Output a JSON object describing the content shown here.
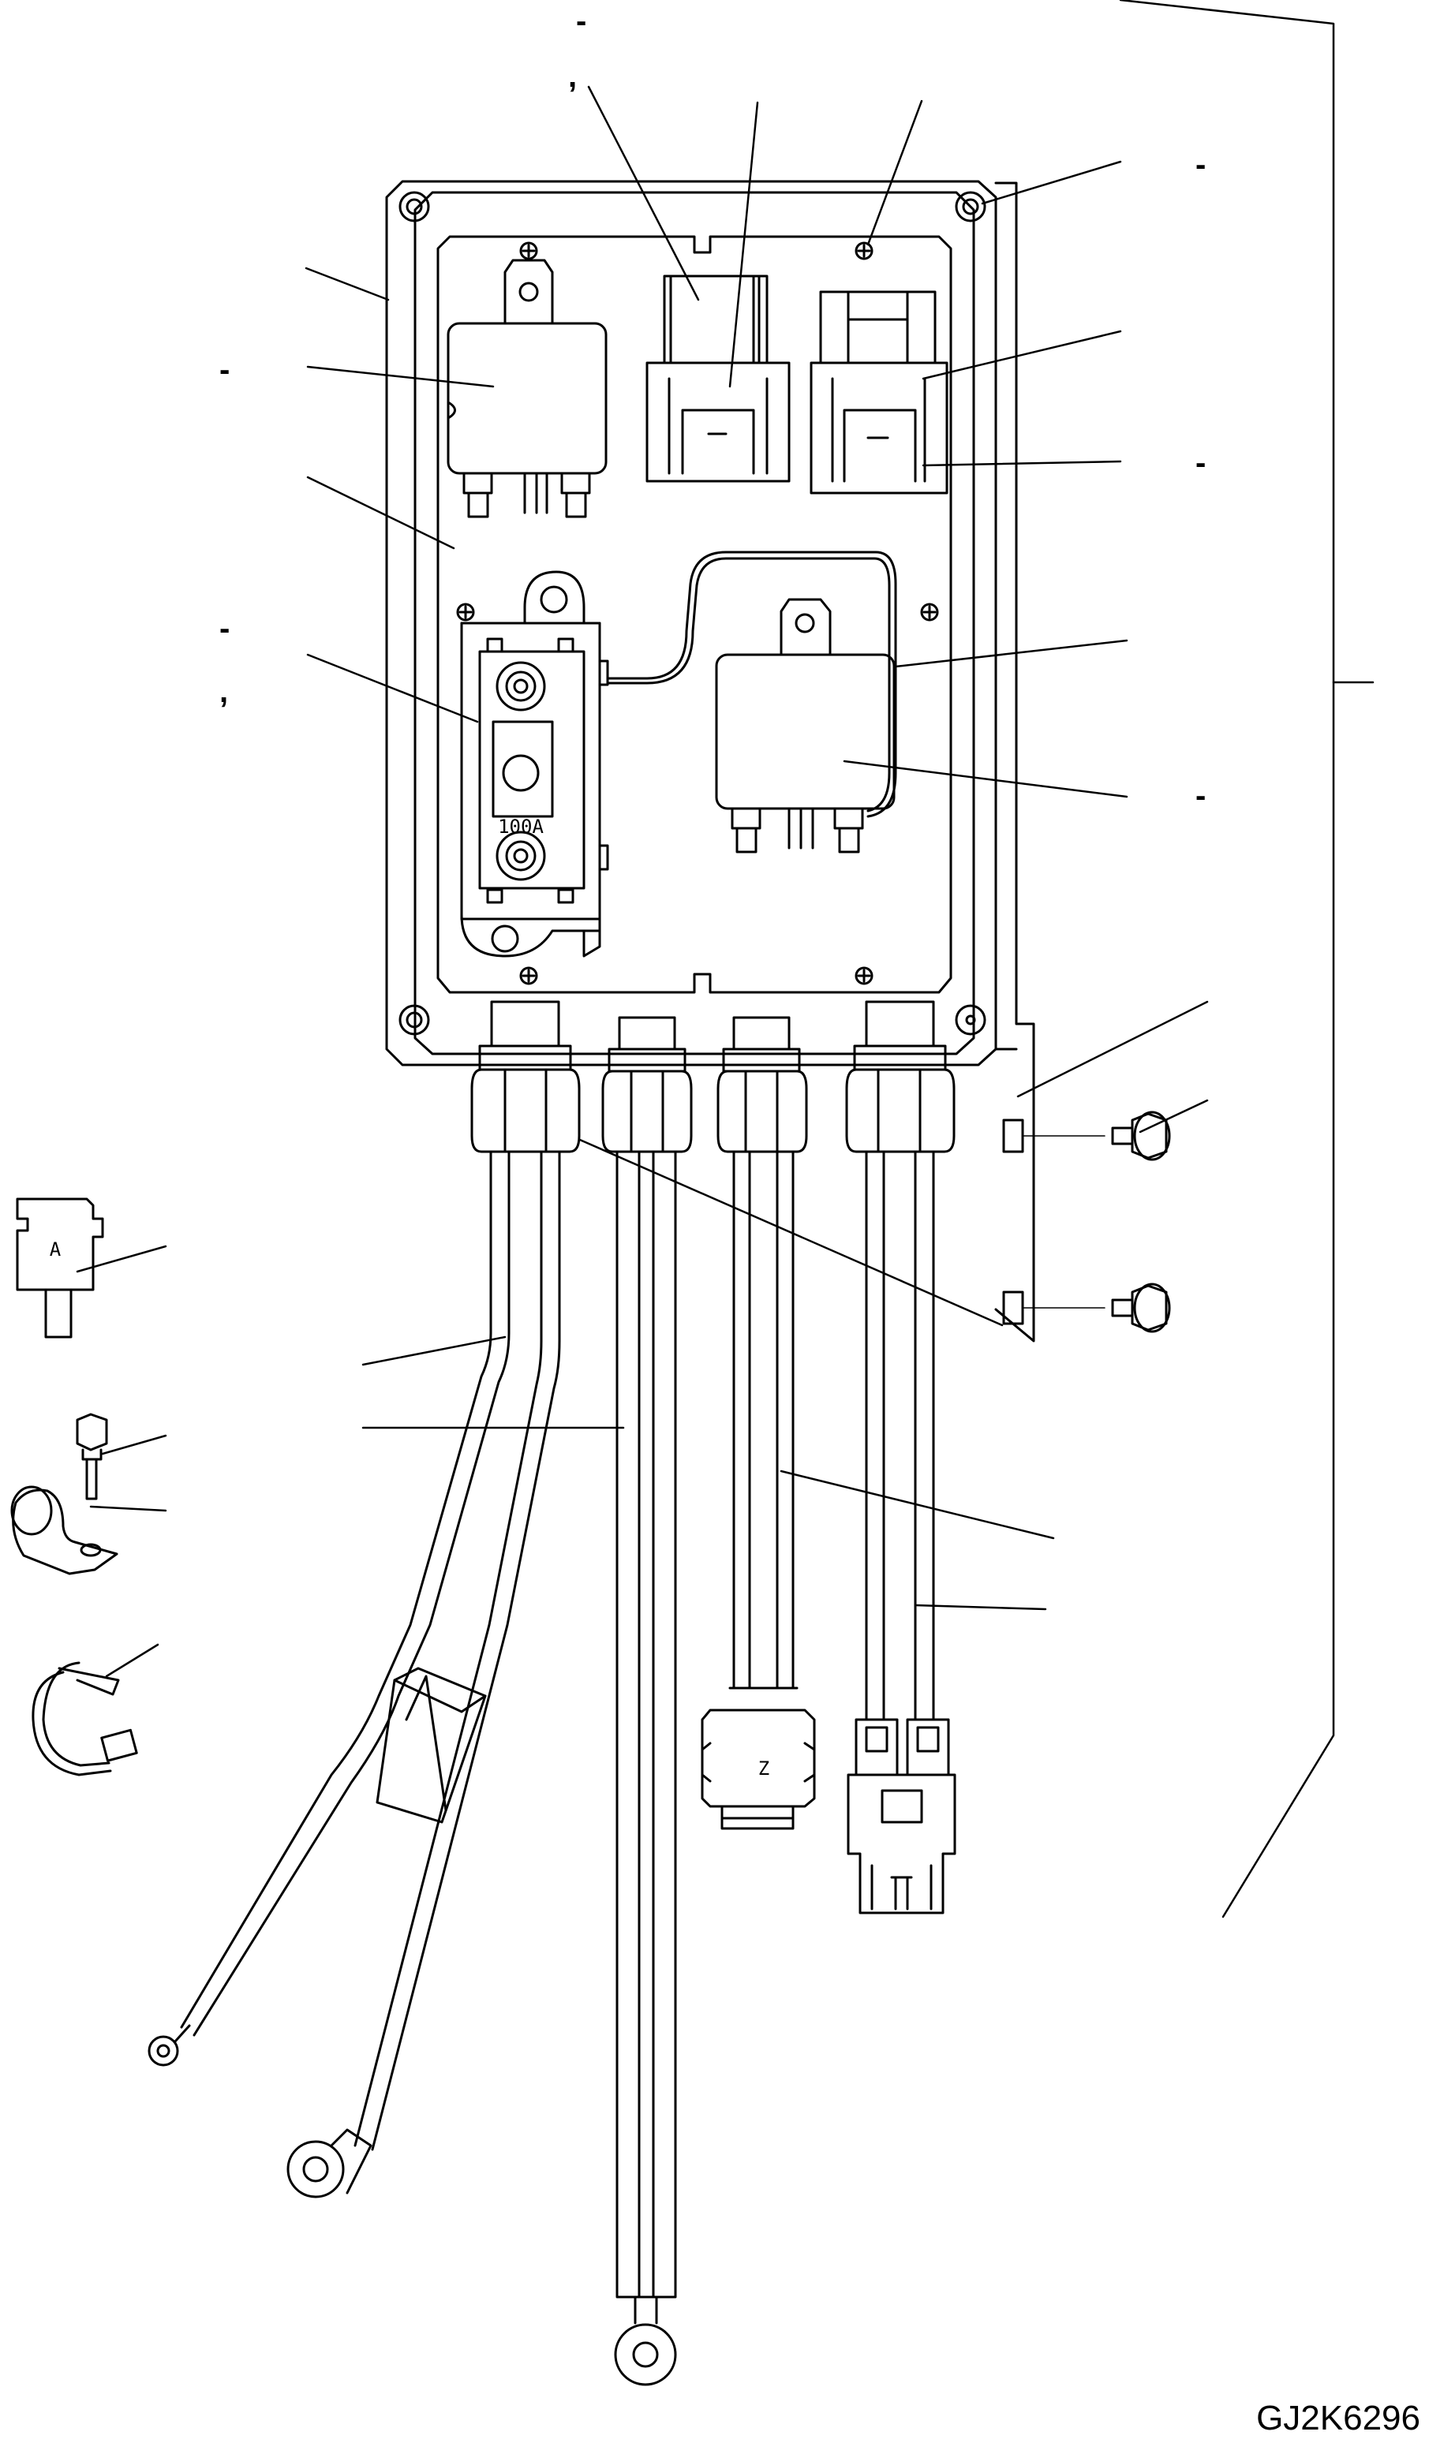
{
  "figure_id": "GJ2K6296",
  "fuse_rating": "100A",
  "connector_letters": {
    "clip_a": "A",
    "plug_z": "Z"
  },
  "callouts": {
    "top_dash": "-",
    "top_comma": ",",
    "left_dash_1": "-",
    "left_dash_2": "-",
    "left_comma": ",",
    "right_dash_1": "-",
    "right_dash_2": "-",
    "right_dash_3": "-"
  }
}
